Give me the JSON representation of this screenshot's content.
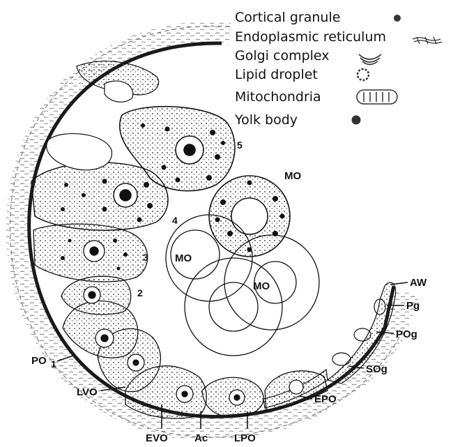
{
  "legend": {
    "cortical_granule": "Cortical granule",
    "endoplasmic_reticulum": "Endoplasmic reticulum",
    "golgi_complex": "Golgi complex",
    "lipid_droplet": "Lipid droplet",
    "mitochondria": "Mitochondria",
    "yolk_body": "Yolk body"
  },
  "labels": {
    "aw": "AW",
    "pg": "Pg",
    "pog": "POg",
    "sog": "SOg",
    "epo": "EPO",
    "lpo": "LPO",
    "ac": "Ac",
    "evo": "EVO",
    "lvo": "LVO",
    "po1": "PO",
    "po1_sub": "1",
    "mo_top": "MO",
    "mo_mid": "MO",
    "mo_low": "MO"
  },
  "stages": {
    "s2": "2",
    "s3": "3",
    "s4": "4",
    "s5": "5"
  },
  "colors": {
    "ink": "#111111",
    "paper": "#ffffff",
    "wall": "#1a1a1a"
  }
}
